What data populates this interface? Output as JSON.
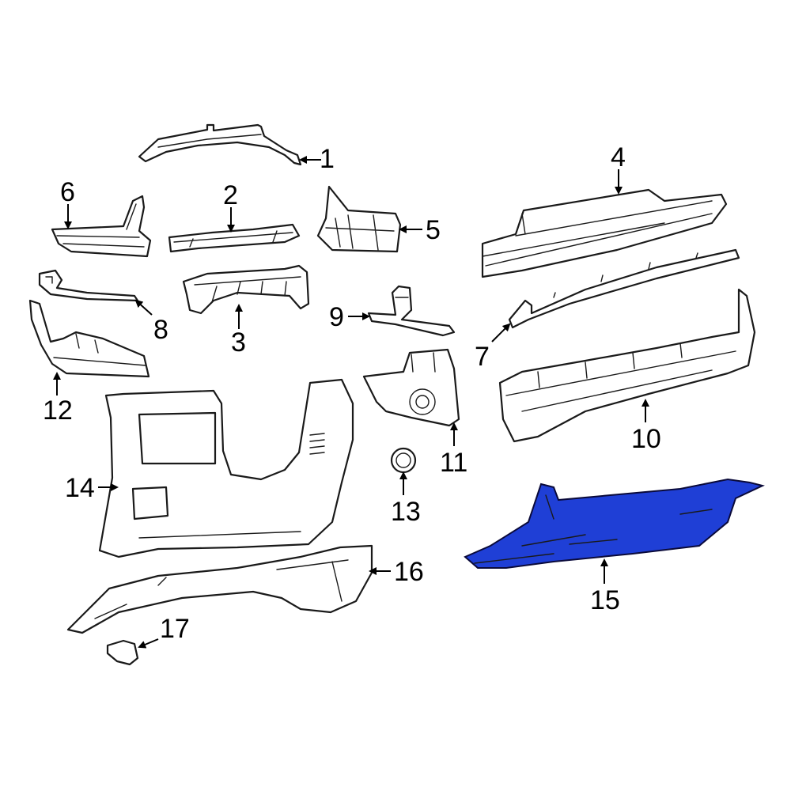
{
  "highlight_color": "#1f3fd6",
  "highlighted_part": "15",
  "callouts": [
    {
      "id": "1",
      "label": "1"
    },
    {
      "id": "2",
      "label": "2"
    },
    {
      "id": "3",
      "label": "3"
    },
    {
      "id": "4",
      "label": "4"
    },
    {
      "id": "5",
      "label": "5"
    },
    {
      "id": "6",
      "label": "6"
    },
    {
      "id": "7",
      "label": "7"
    },
    {
      "id": "8",
      "label": "8"
    },
    {
      "id": "9",
      "label": "9"
    },
    {
      "id": "10",
      "label": "10"
    },
    {
      "id": "11",
      "label": "11"
    },
    {
      "id": "12",
      "label": "12"
    },
    {
      "id": "13",
      "label": "13"
    },
    {
      "id": "14",
      "label": "14"
    },
    {
      "id": "15",
      "label": "15"
    },
    {
      "id": "16",
      "label": "16"
    },
    {
      "id": "17",
      "label": "17"
    }
  ]
}
